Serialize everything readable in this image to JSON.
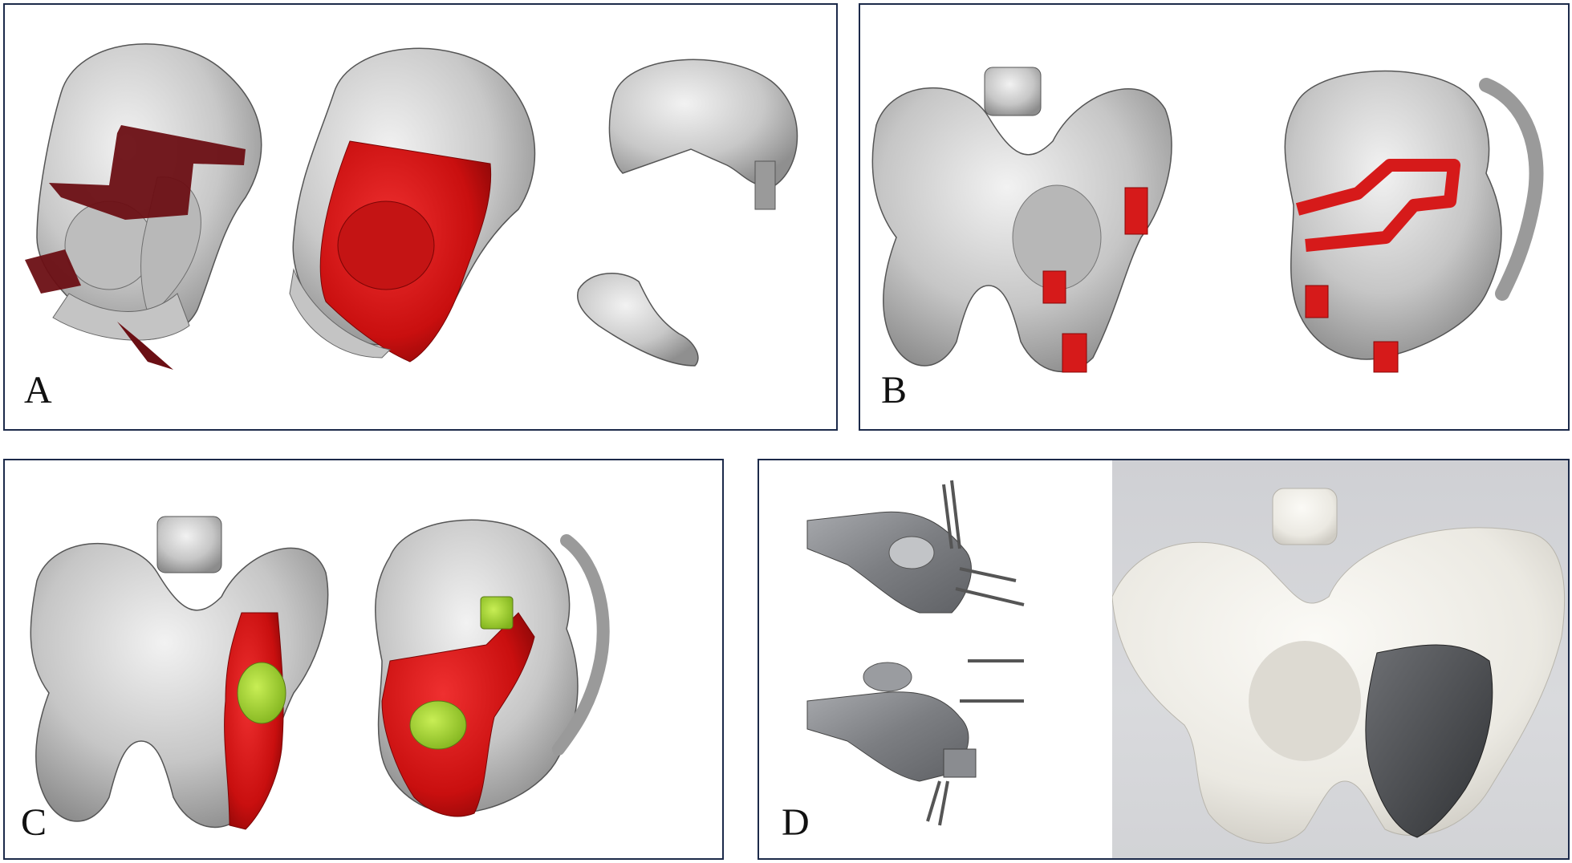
{
  "panels": {
    "a": {
      "label": "A"
    },
    "b": {
      "label": "B"
    },
    "c": {
      "label": "C"
    },
    "d": {
      "label": "D"
    }
  },
  "colors": {
    "border": "#1c2a4a",
    "bone": "#cfcfcf",
    "bone_shadow": "#8d8d8d",
    "resection_red": "#d61a1a",
    "dark_plane": "#6b0f14",
    "porous_green": "#9ccc2a",
    "metal": "#8a8c90",
    "printed_model": "#f2f1ec"
  },
  "icons": {
    "bone_model": "pelvis-model",
    "cutting_guide": "osteotomy-guide",
    "implant": "porous-titanium-implant"
  }
}
